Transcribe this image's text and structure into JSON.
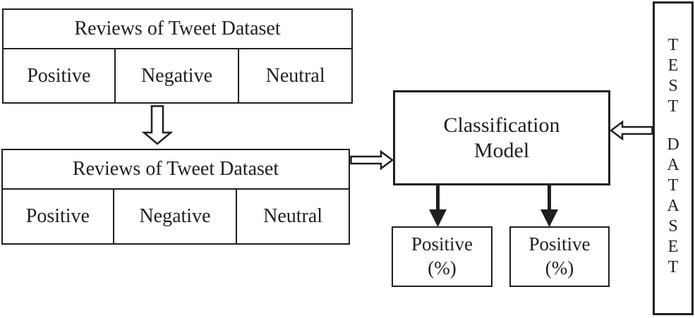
{
  "colors": {
    "line": "#1f1f1f",
    "background": "#ffffff"
  },
  "icons": {
    "flow_step": "hollow-down-arrow-icon",
    "flow_to_model": "hollow-right-arrow-icon",
    "flow_from_test": "hollow-left-arrow-icon",
    "flow_output": "solid-down-arrow-icon"
  },
  "tables": {
    "top": {
      "title": "Reviews of Tweet Dataset",
      "cells": [
        "Positive",
        "Negative",
        "Neutral"
      ]
    },
    "bottom": {
      "title": "Reviews of Tweet Dataset",
      "cells": [
        "Positive",
        "Negative",
        "Neutral"
      ]
    }
  },
  "classification_model": {
    "line1": "Classification",
    "line2": "Model"
  },
  "outputs": [
    {
      "line1": "Positive",
      "line2": "(%)"
    },
    {
      "line1": "Positive",
      "line2": "(%)"
    }
  ],
  "test_dataset": {
    "label": "TEST DATASET",
    "letters_top": [
      "T",
      "E",
      "S",
      "T"
    ],
    "letters_bottom": [
      "D",
      "A",
      "T",
      "A",
      "S",
      "E",
      "T"
    ]
  }
}
